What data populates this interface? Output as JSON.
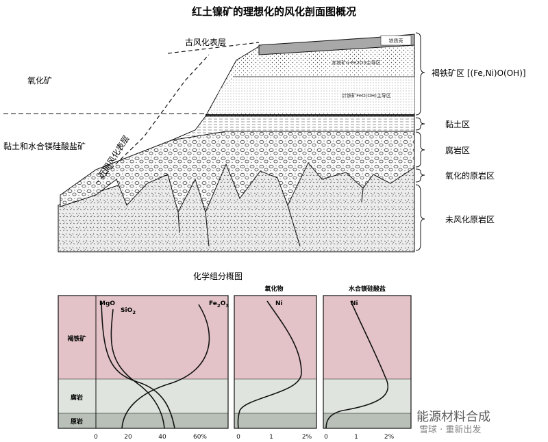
{
  "profile": {
    "title": "红土镍矿的理想化的风化剖面图概况",
    "paleo_surface_label": "古风化表层",
    "recent_surface_label": "近期风化表层",
    "left_labels": {
      "oxide_ore": "氧化矿",
      "clay_ore": "黏土和水合镁硅酸盐矿"
    },
    "inner_labels": {
      "iron_crust": "铁质壳",
      "hematite": "赤铁矿α-Fe2O3主导区",
      "goethite": "针铁矿FeO(OH)主导区"
    },
    "zones": {
      "limonite": "褐铁矿区 [(Fe,Ni)O(OH)]",
      "clay": "黏土区",
      "saprolite": "腐岩区",
      "oxidized_bedrock": "氧化的原岩区",
      "fresh_bedrock": "未风化原岩区"
    },
    "colors": {
      "crust": "#a8a8a8",
      "rock": "#e6e6e6",
      "line": "#111111"
    }
  },
  "chem": {
    "title": "化学组分概图",
    "rows": {
      "limonite": "褐铁矿",
      "saprolite": "腐岩",
      "bedrock": "原岩"
    },
    "colors": {
      "limonite": "#e3c3c8",
      "saprolite": "#dfe5de",
      "bedrock": "#b8c0b8"
    },
    "panels": [
      {
        "title": "",
        "series": [
          "MgO",
          "SiO",
          "Fe"
        ],
        "ticks": [
          "0",
          "20",
          "40",
          "60%"
        ]
      },
      {
        "title": "氧化物",
        "series": [
          "Ni"
        ],
        "ticks": [
          "0",
          "1",
          "2%"
        ]
      },
      {
        "title": "水合镁硅酸盐",
        "series": [
          "Ni"
        ],
        "ticks": [
          "0",
          "1",
          "2%"
        ]
      }
    ],
    "sub2": "2",
    "sub3": "3",
    "o_char": "O"
  },
  "watermark": {
    "text": "能源材料合成",
    "subtext": "雪球 · 重新出发"
  }
}
